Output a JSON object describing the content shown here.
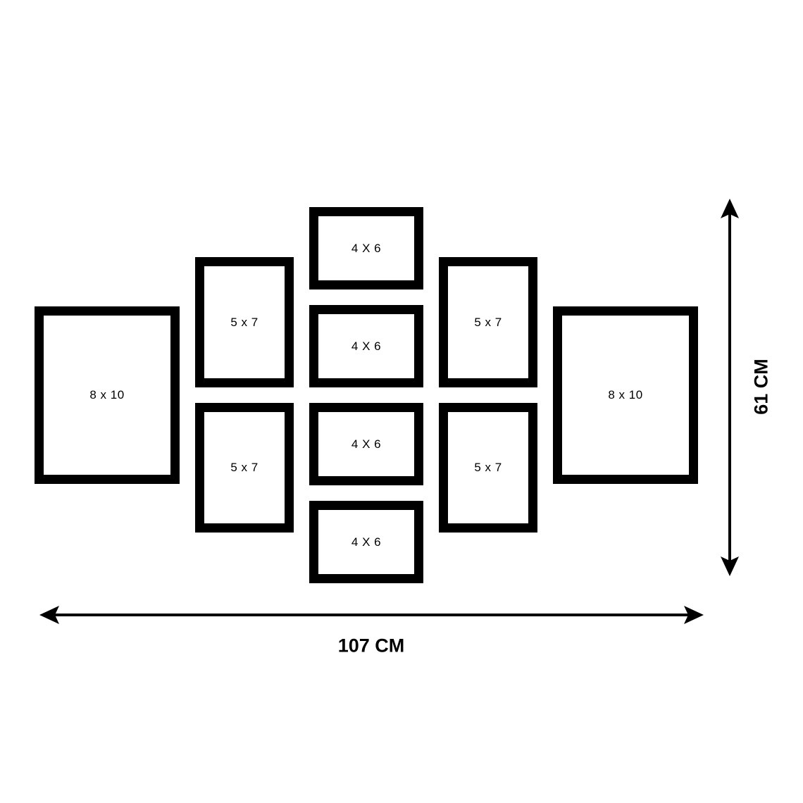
{
  "colors": {
    "frame": "#000000",
    "background": "#ffffff",
    "label": "#000000"
  },
  "frames": [
    {
      "label": "8 x 10"
    },
    {
      "label": "5 x 7"
    },
    {
      "label": "5 x 7"
    },
    {
      "label": "4 X 6"
    },
    {
      "label": "4 X 6"
    },
    {
      "label": "4 X 6"
    },
    {
      "label": "4 X 6"
    },
    {
      "label": "5 x 7"
    },
    {
      "label": "5 x 7"
    },
    {
      "label": "8 x 10"
    }
  ],
  "dimensions": {
    "width": "107 CM",
    "height": "61 CM"
  }
}
